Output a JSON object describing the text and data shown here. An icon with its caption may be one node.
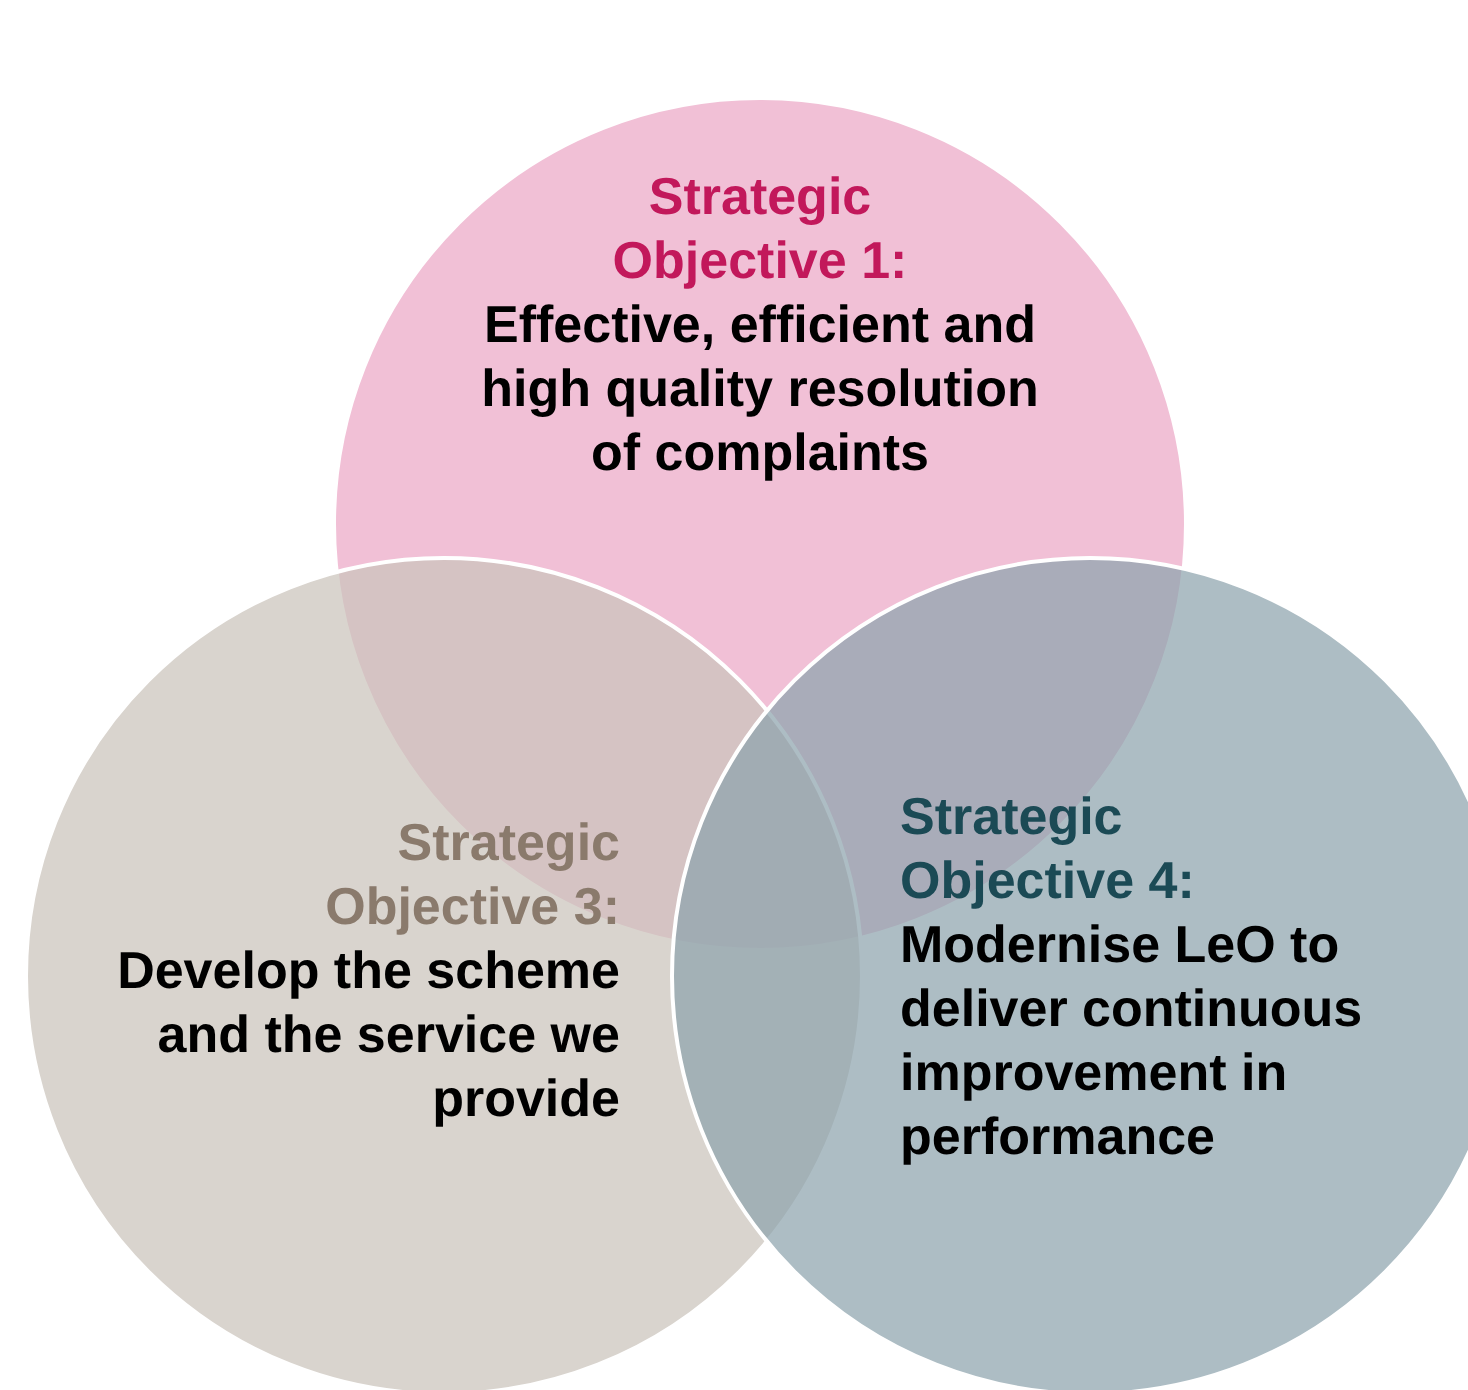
{
  "diagram": {
    "nodes": [
      {
        "text": [
          "Strategic Objective 1:",
          "Effective, efficient and high quality resolution of complaints"
        ]
      },
      {
        "text": [
          "Strategic Objective 3:",
          "Develop the scheme and the service we provide"
        ]
      },
      {
        "text": [
          "Strategic Objective 4:",
          "Modernise LeO to deliver continuous improvement in performance"
        ]
      }
    ]
  }
}
